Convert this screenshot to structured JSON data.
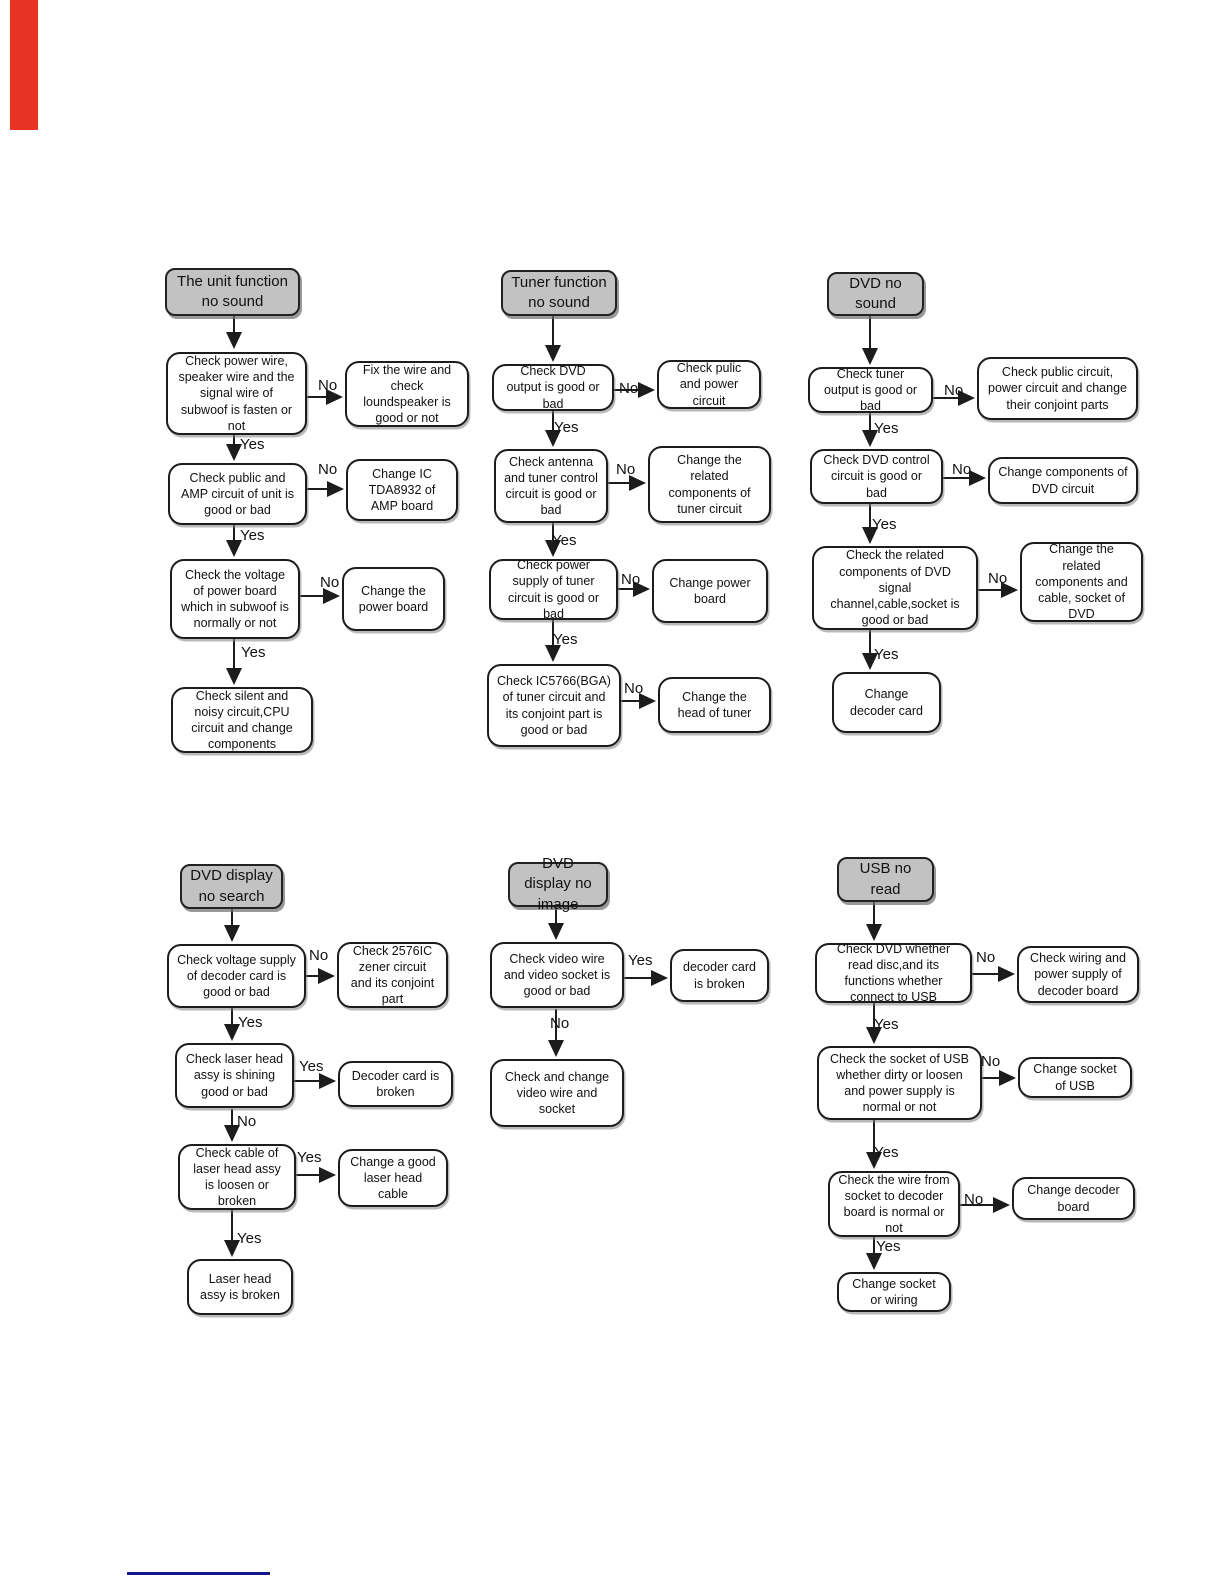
{
  "labels": {
    "yes": "Yes",
    "no": "No"
  },
  "colors": {
    "title_box_fill": "#c2c2c2",
    "box_border": "#1c1c1c",
    "arrow": "#1c1c1c",
    "red_margin_marker": "#e63323",
    "footer_link_line": "#16168c"
  },
  "charts": [
    {
      "title": "The unit function no sound",
      "steps": [
        {
          "text": "Check power wire, speaker wire and the signal wire of subwoof is fasten or not",
          "side_label": "No",
          "side": "Fix the wire and check loundspeaker is good or not",
          "next_label": "Yes"
        },
        {
          "text": "Check public and AMP circuit of unit is good or bad",
          "side_label": "No",
          "side": "Change IC TDA8932 of AMP board",
          "next_label": "Yes"
        },
        {
          "text": "Check the voltage of power board which in subwoof is normally or not",
          "side_label": "No",
          "side": "Change the power board",
          "next_label": "Yes"
        },
        {
          "text": "Check silent and noisy circuit,CPU circuit and change components"
        }
      ]
    },
    {
      "title": "Tuner function no sound",
      "steps": [
        {
          "text": "Check DVD output is good or bad",
          "side_label": "No",
          "side": "Check pulic and power circuit",
          "next_label": "Yes"
        },
        {
          "text": "Check antenna and tuner control circuit is good or bad",
          "side_label": "No",
          "side": "Change the related components of tuner circuit",
          "next_label": "Yes"
        },
        {
          "text": "Check power supply of tuner circuit is good or bad",
          "side_label": "No",
          "side": "Change power board",
          "next_label": "Yes"
        },
        {
          "text": "Check IC5766(BGA) of tuner circuit and its conjoint part is good or bad",
          "side_label": "No",
          "side": "Change the head of tuner"
        }
      ]
    },
    {
      "title": "DVD no sound",
      "steps": [
        {
          "text": "Check tuner output is good or bad",
          "side_label": "No",
          "side": "Check public circuit, power circuit and change their conjoint parts",
          "next_label": "Yes"
        },
        {
          "text": "Check DVD control circuit is good or bad",
          "side_label": "No",
          "side": "Change components of DVD circuit",
          "next_label": "Yes"
        },
        {
          "text": "Check the related components of DVD signal channel,cable,socket is good or bad",
          "side_label": "No",
          "side": "Change the related components and cable, socket of DVD",
          "next_label": "Yes"
        },
        {
          "text": "Change decoder card"
        }
      ]
    },
    {
      "title": "DVD display no search",
      "steps": [
        {
          "text": "Check voltage supply of decoder card is good or bad",
          "side_label": "No",
          "side": "Check 2576IC zener circuit and its conjoint part",
          "next_label": "Yes"
        },
        {
          "text": "Check laser head assy is shining good or bad",
          "side_label": "Yes",
          "side": "Decoder card is broken",
          "next_label": "No"
        },
        {
          "text": "Check cable of laser head assy is loosen or broken",
          "side_label": "Yes",
          "side": "Change a good laser head cable",
          "next_label": "Yes"
        },
        {
          "text": "Laser head assy is broken"
        }
      ]
    },
    {
      "title": "DVD display no image",
      "steps": [
        {
          "text": "Check video wire and video socket is good or bad",
          "side_label": "Yes",
          "side": "decoder card is broken",
          "next_label": "No"
        },
        {
          "text": "Check and change video wire and socket"
        }
      ]
    },
    {
      "title": "USB no read",
      "steps": [
        {
          "text": "Check DVD whether read disc,and its functions whether connect to USB",
          "side_label": "No",
          "side": "Check wiring and power supply of decoder board",
          "next_label": "Yes"
        },
        {
          "text": "Check the socket of USB whether dirty or loosen and power supply is normal or not",
          "side_label": "No",
          "side": "Change socket of USB",
          "next_label": "Yes"
        },
        {
          "text": "Check the wire from socket to decoder board is normal or not",
          "side_label": "No",
          "side": "Change decoder board",
          "next_label": "Yes"
        },
        {
          "text": "Change socket or wiring"
        }
      ]
    }
  ]
}
